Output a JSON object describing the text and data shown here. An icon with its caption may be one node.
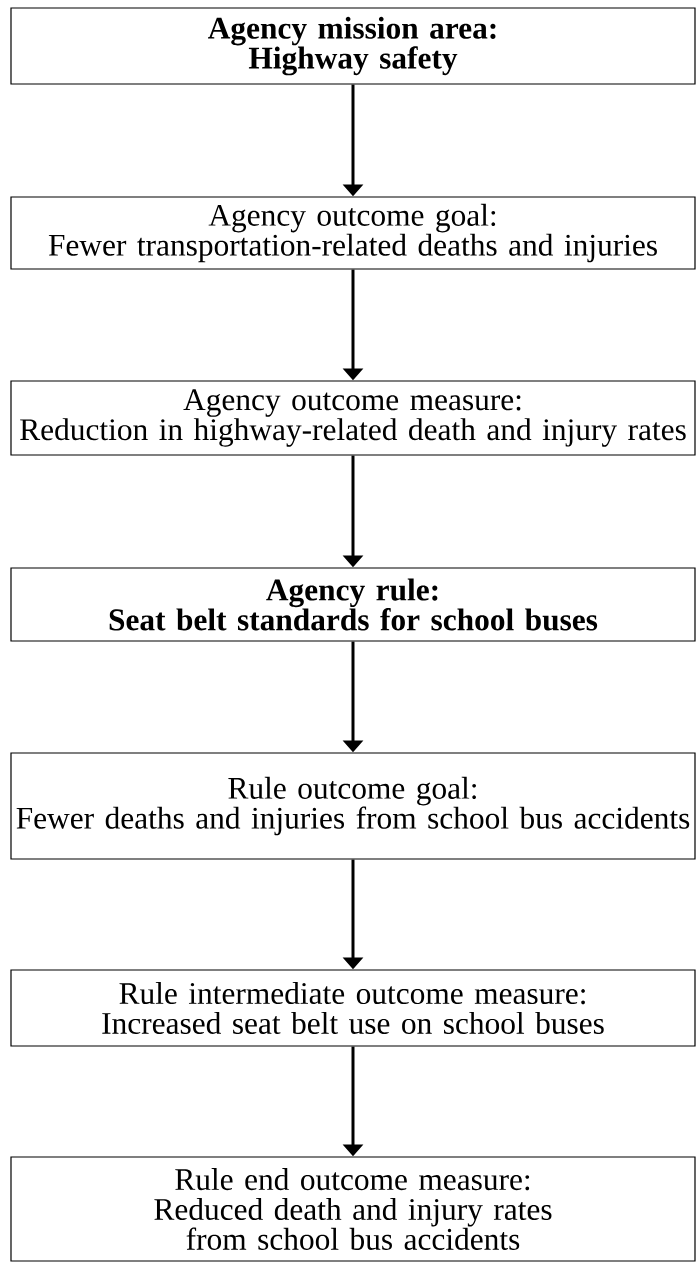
{
  "diagram": {
    "nodes": [
      {
        "text": [
          "Agency mission area:",
          "Highway safety"
        ]
      },
      {
        "text": [
          "Agency outcome goal:",
          "Fewer transportation-related deaths and injuries"
        ]
      },
      {
        "text": [
          "Agency outcome measure:",
          "Reduction in highway-related death and injury rates"
        ]
      },
      {
        "text": [
          "Agency rule:",
          "Seat belt standards for school buses"
        ]
      },
      {
        "text": [
          "Rule outcome goal:",
          "Fewer deaths and injuries from school bus accidents"
        ]
      },
      {
        "text": [
          "Rule intermediate outcome measure:",
          "Increased seat belt use on school buses"
        ]
      },
      {
        "text": [
          "Rule end outcome measure:",
          "Reduced death and injury rates from school bus accidents"
        ]
      }
    ],
    "edges": [
      {
        "from": 0,
        "to": 1,
        "arrow": "to"
      },
      {
        "from": 1,
        "to": 2,
        "arrow": "to"
      },
      {
        "from": 2,
        "to": 3,
        "arrow": "to"
      },
      {
        "from": 3,
        "to": 4,
        "arrow": "to"
      },
      {
        "from": 4,
        "to": 5,
        "arrow": "to"
      },
      {
        "from": 5,
        "to": 6,
        "arrow": "to"
      }
    ]
  }
}
